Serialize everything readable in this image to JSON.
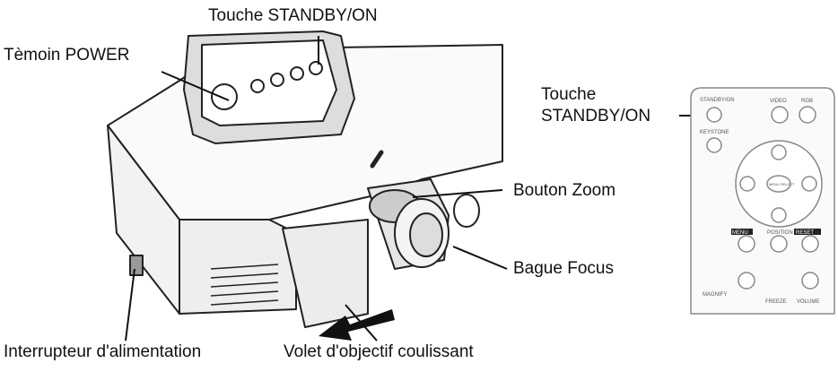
{
  "labels": {
    "power_indicator": "Tèmoin POWER",
    "standby_on_top": "Touche STANDBY/ON",
    "standby_on_remote_line1": "Touche",
    "standby_on_remote_line2": "STANDBY/ON",
    "zoom_button": "Bouton Zoom",
    "focus_ring": "Bague Focus",
    "power_switch": "Interrupteur d'alimentation",
    "lens_shutter": "Volet d'objectif coulissant"
  },
  "remote": {
    "standby": "STANDBY/ON",
    "video": "VIDEO",
    "rgb": "RGB",
    "keystone": "KEYSTONE",
    "center": "MENU SELECT",
    "menu": "MENU",
    "position": "POSITION",
    "reset": "RESET",
    "magnify": "MAGNIFY",
    "freeze": "FREEZE",
    "volume": "VOLUME"
  }
}
